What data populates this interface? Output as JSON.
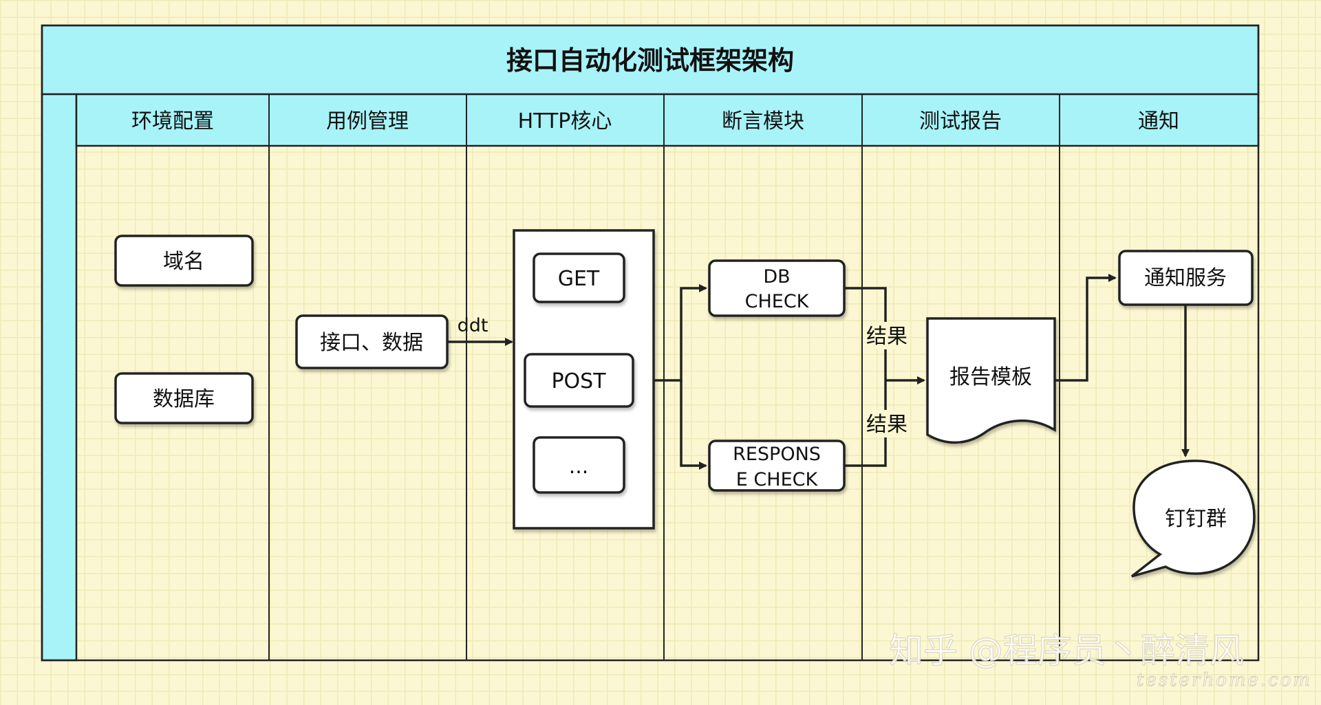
{
  "title": "接口自动化测试框架架构",
  "lanes": [
    "环境配置",
    "用例管理",
    "HTTP核心",
    "断言模块",
    "测试报告",
    "通知"
  ],
  "config": {
    "domain": "域名",
    "database": "数据库"
  },
  "case_mgmt": {
    "data": "接口、数据",
    "ddt_label": "ddt"
  },
  "http_core": {
    "get": "GET",
    "post": "POST",
    "more": "..."
  },
  "assertion": {
    "db_check_line1": "DB",
    "db_check_line2": "CHECK",
    "resp_check_line1": "RESPONS",
    "resp_check_line2": "E CHECK"
  },
  "report": {
    "result_top": "结果",
    "result_bottom": "结果",
    "template": "报告模板"
  },
  "notify": {
    "service": "通知服务",
    "dingtalk": "钉钉群"
  },
  "watermark": {
    "main": "知乎 @程序员丶醉清风",
    "sub": "testerhome.com"
  },
  "colors": {
    "header_fill": "#a7f3f8",
    "border": "#222222",
    "box_fill": "#ffffff",
    "background": "#fbf7d2"
  }
}
